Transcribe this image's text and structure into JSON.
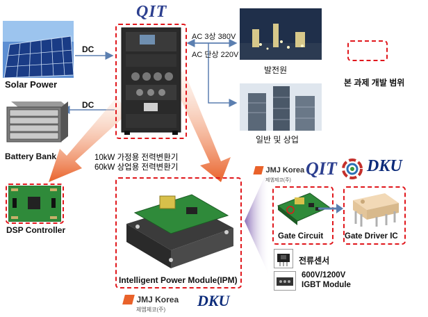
{
  "logos": {
    "qit": "QIT",
    "jmj_top": "JMJ Korea",
    "jmj_sub": "제엠제코(주)",
    "dku": "DKU"
  },
  "sources": {
    "solar": "Solar Power",
    "battery": "Battery Bank",
    "dc_top": "DC",
    "dc_bottom": "DC"
  },
  "grid": {
    "ac3": "AC 3상  380V",
    "ac1": "AC 단상  220V",
    "plant": "발전원",
    "consumer": "일반 및 상업"
  },
  "legend": {
    "scope": "본 과제 개발 범위"
  },
  "converter": {
    "line1": "10kW 가정용 전력변환기",
    "line2": "60kW 상업용 전력변환기"
  },
  "components": {
    "dsp": "DSP Controller",
    "ipm": "Intelligent Power Module(IPM)",
    "gate_circuit": "Gate Circuit",
    "gate_driver": "Gate Driver IC",
    "current_sensor": "전류센서",
    "igbt_line1": "600V/1200V",
    "igbt_line2": "IGBT Module"
  },
  "colors": {
    "scope_red": "#e0161b",
    "arrow_blue": "#5b7fb0",
    "arrow_orange": "#e9622a",
    "board_green": "#2f8a3a"
  }
}
